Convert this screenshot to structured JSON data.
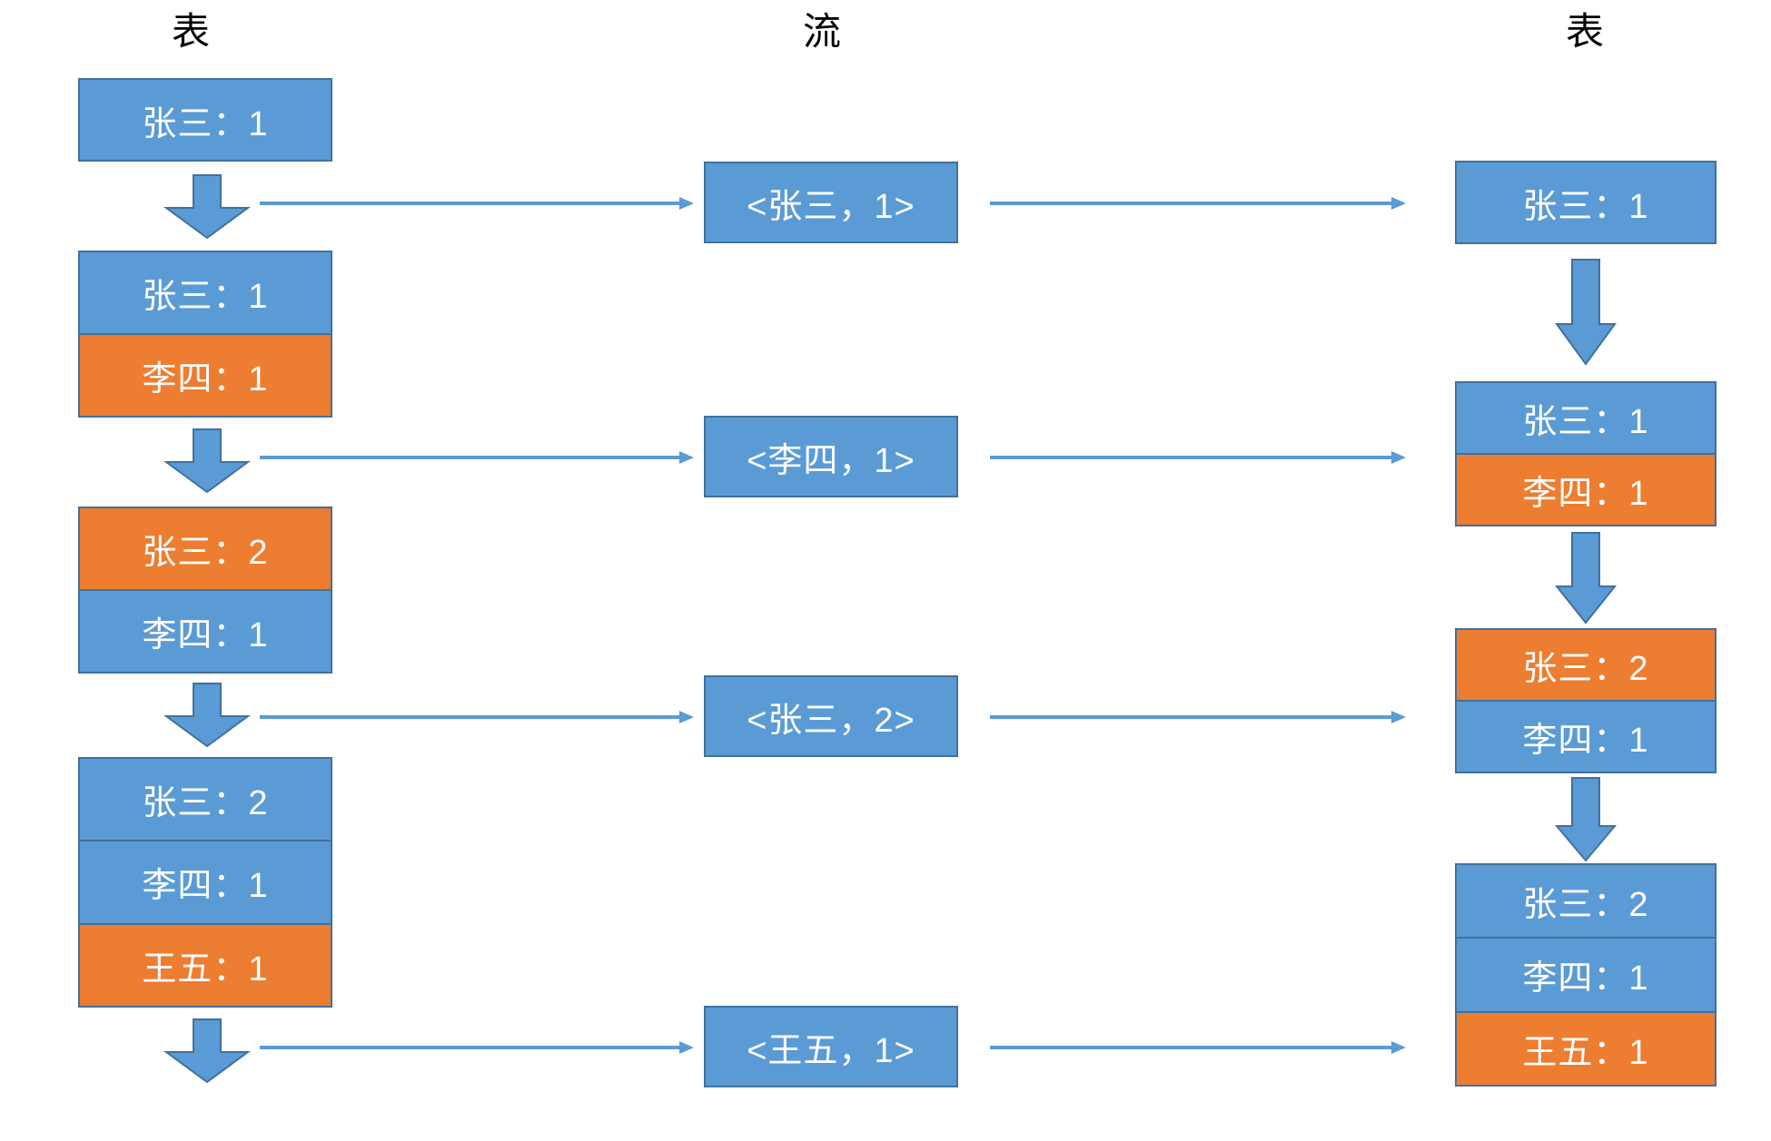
{
  "headers": {
    "left": "表",
    "middle": "流",
    "right": "表"
  },
  "left_column": {
    "name": "table-left",
    "stacks": [
      {
        "name": "left-stack-1",
        "rows": [
          {
            "label": "张三：1",
            "color": "blue"
          }
        ]
      },
      {
        "name": "left-stack-2",
        "rows": [
          {
            "label": "张三：1",
            "color": "blue"
          },
          {
            "label": "李四：1",
            "color": "orange"
          }
        ]
      },
      {
        "name": "left-stack-3",
        "rows": [
          {
            "label": "张三：2",
            "color": "orange"
          },
          {
            "label": "李四：1",
            "color": "blue"
          }
        ]
      },
      {
        "name": "left-stack-4",
        "rows": [
          {
            "label": "张三：2",
            "color": "blue"
          },
          {
            "label": "李四：1",
            "color": "blue"
          },
          {
            "label": "王五：1",
            "color": "orange"
          }
        ]
      }
    ]
  },
  "stream_column": {
    "name": "stream-middle",
    "events": [
      {
        "label": "<张三，1>"
      },
      {
        "label": "<李四，1>"
      },
      {
        "label": "<张三，2>"
      },
      {
        "label": "<王五，1>"
      }
    ]
  },
  "right_column": {
    "name": "table-right",
    "stacks": [
      {
        "name": "right-stack-1",
        "rows": [
          {
            "label": "张三：1",
            "color": "blue"
          }
        ]
      },
      {
        "name": "right-stack-2",
        "rows": [
          {
            "label": "张三：1",
            "color": "blue"
          },
          {
            "label": "李四：1",
            "color": "orange"
          }
        ]
      },
      {
        "name": "right-stack-3",
        "rows": [
          {
            "label": "张三：2",
            "color": "orange"
          },
          {
            "label": "李四：1",
            "color": "blue"
          }
        ]
      },
      {
        "name": "right-stack-4",
        "rows": [
          {
            "label": "张三：2",
            "color": "blue"
          },
          {
            "label": "李四：1",
            "color": "blue"
          },
          {
            "label": "王五：1",
            "color": "orange"
          }
        ]
      }
    ]
  },
  "colors": {
    "blue_fill": "#5B9BD5",
    "orange_fill": "#ED7D31",
    "border": "#41719C",
    "arrow": "#5B9BD5",
    "arrow_stroke": "#41719C",
    "text_on_fill": "#FFFFFF",
    "header_text": "#000000",
    "background": "#FFFFFF"
  }
}
